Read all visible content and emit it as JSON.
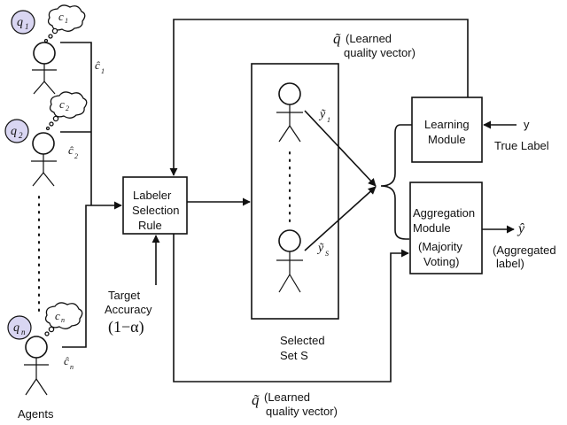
{
  "agents": {
    "items": [
      {
        "quality_symbol": "q",
        "quality_index": "1",
        "cost_symbol": "c",
        "cost_index": "1",
        "cost_hat_symbol": "ĉ",
        "cost_hat_index": "1"
      },
      {
        "quality_symbol": "q",
        "quality_index": "2",
        "cost_symbol": "c",
        "cost_index": "2",
        "cost_hat_symbol": "ĉ",
        "cost_hat_index": "2"
      },
      {
        "quality_symbol": "q",
        "quality_index": "n",
        "cost_symbol": "c",
        "cost_index": "n",
        "cost_hat_symbol": "ĉ",
        "cost_hat_index": "n"
      }
    ],
    "label": "Agents"
  },
  "labeler_rule": {
    "line1": "Labeler",
    "line2": "Selection",
    "line3": "Rule"
  },
  "target_accuracy": {
    "line1": "Target",
    "line2": "Accuracy",
    "formula": "(1−α)"
  },
  "selected_set": {
    "label_line1": "Selected",
    "label_line2": "Set S",
    "labels": [
      {
        "symbol": "ỹ",
        "index": "1"
      },
      {
        "symbol": "ỹ",
        "index": "S"
      }
    ]
  },
  "learning_module": {
    "line1": "Learning",
    "line2": "Module"
  },
  "true_label": {
    "symbol": "y",
    "text": "True Label"
  },
  "aggregation_module": {
    "line1": "Aggregation",
    "line2": "Module",
    "line3": "(Majority",
    "line4": "Voting)"
  },
  "aggregated_label": {
    "symbol": "ŷ",
    "line1": "(Aggregated",
    "line2": "label)"
  },
  "learned_quality_top": {
    "symbol": "q̃",
    "line1": "(Learned",
    "line2": "quality vector)"
  },
  "learned_quality_bottom": {
    "symbol": "q̃",
    "line1": "(Learned",
    "line2": "quality vector)"
  }
}
